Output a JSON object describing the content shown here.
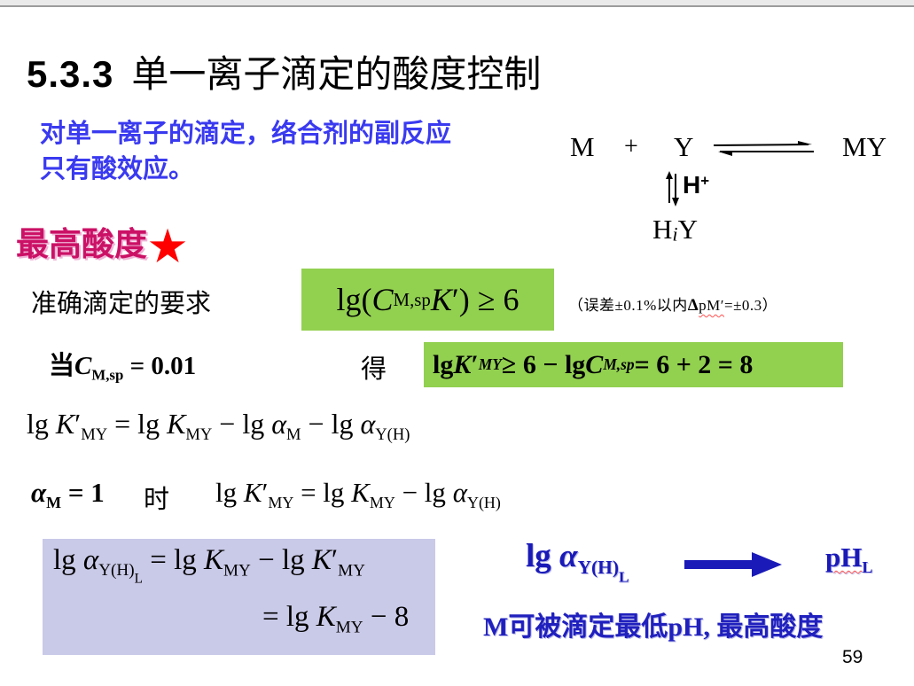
{
  "title": {
    "num": "5.3.3",
    "text": "单一离子滴定的酸度控制"
  },
  "intro": {
    "line1": "对单一离子的滴定，络合剂的副反应",
    "line2": "只有酸效应。"
  },
  "scheme": {
    "m": "M",
    "plus": "+",
    "y": "Y",
    "my": "MY",
    "h": "H",
    "h_sup": "+",
    "hiy_h": "H",
    "hiy_i": "i",
    "hiy_y": "Y"
  },
  "heading": {
    "text": "最高酸度",
    "star": "★"
  },
  "req": {
    "label": "准确滴定的要求",
    "f_lg": "lg(",
    "f_C": "C",
    "f_Csub": "M,sp",
    "f_K": "K",
    "f_prime": "′",
    "f_rest": " ) ≥ 6",
    "note_pre": "（误差±0.1%以内",
    "note_delta": "Δ",
    "note_pm": "pM′",
    "note_post": "=±0.3）"
  },
  "given": {
    "dang": "当",
    "C": "C",
    "Csub": "M,sp",
    "eq": " = 0.01",
    "de": "得",
    "lg1": "lg ",
    "K": "K",
    "prime": "′",
    "Ksub": "MY",
    "mid": " ≥ 6 − lg ",
    "C2": "C",
    "C2sub": "M,sp",
    "end": " = 6 + 2 = 8"
  },
  "f4": {
    "lg1": "lg ",
    "K1": "K",
    "p1": "′",
    "s1": "MY",
    "eq": " = lg ",
    "K2": "K",
    "s2": "MY",
    "m1": " − lg ",
    "a1": "α",
    "s3": "M",
    "m2": " − lg ",
    "a2": "α",
    "s4": "Y(H)"
  },
  "f5": {
    "a": "α",
    "asub": "M",
    "eq1": " = 1",
    "shi": "时",
    "lg1": "lg ",
    "K1": "K",
    "p1": "′",
    "s1": "MY",
    "eq2": " = lg ",
    "K2": "K",
    "s2": "MY",
    "m1": " − lg ",
    "a2": "α",
    "s3": "Y(H)"
  },
  "result": {
    "lg1": "lg ",
    "a": "α",
    "s1": "Y(H)",
    "s1b": "L",
    "eq": " = lg ",
    "K1": "K",
    "s2": "MY",
    "m1": " − lg ",
    "K2": "K",
    "p2": "′",
    "s3": "MY",
    "eq2": "= lg ",
    "K3": "K",
    "s4": "MY",
    "m2": " − 8"
  },
  "conv": {
    "lg": "lg ",
    "a": "α",
    "s1": "Y(H)",
    "s1b": "L",
    "ph": "pH",
    "phsub": "L"
  },
  "conclusion": {
    "text": "M可被滴定最低pH, 最高酸度"
  },
  "page": {
    "number": "59"
  },
  "colors": {
    "green": "#92D050",
    "lavender": "#C9C9E8",
    "intro_blue": "#3A3AF0",
    "navy": "#1A1AB8",
    "magenta": "#CB1166",
    "star_red": "#FF0000"
  }
}
